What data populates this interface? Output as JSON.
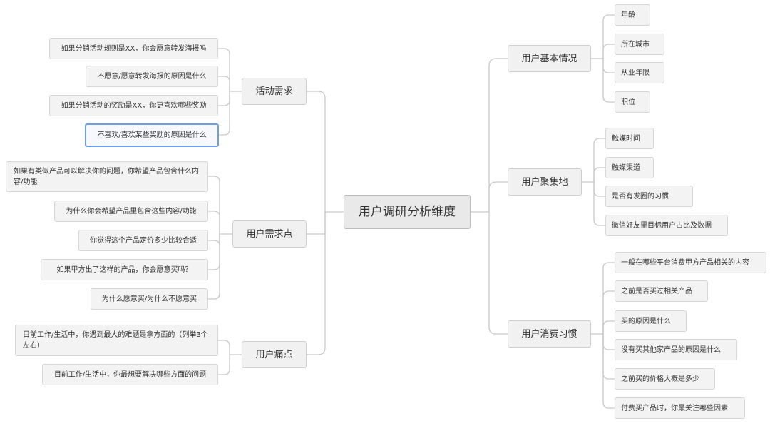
{
  "root": {
    "label": "用户调研分析维度"
  },
  "right": {
    "basic": {
      "label": "用户基本情况",
      "items": [
        "年龄",
        "所在城市",
        "从业年限",
        "职位"
      ]
    },
    "gather": {
      "label": "用户聚集地",
      "items": [
        "触媒时间",
        "触媒渠道",
        "是否有发圈的习惯",
        "微信好友里目标用户占比及数据"
      ]
    },
    "habit": {
      "label": "用户消费习惯",
      "items": [
        "一般在哪些平台消费甲方产品相关的内容",
        "之前是否买过相关产品",
        "买的原因是什么",
        "没有买其他家产品的原因是什么",
        "之前买的价格大概是多少",
        "付费买产品时，你最关注哪些因素"
      ]
    }
  },
  "left": {
    "activity": {
      "label": "活动需求",
      "items": [
        "如果分销活动规则是XX，你会愿意转发海报吗",
        "不愿意/愿意转发海报的原因是什么",
        "如果分销活动的奖励是XX，你更喜欢哪些奖励",
        "不喜欢/喜欢某些奖励的原因是什么"
      ]
    },
    "needs": {
      "label": "用户需求点",
      "items": [
        "如果有类似产品可以解决你的问题，你希望产品包含什么内容/功能",
        "为什么你会希望产品里包含这些内容/功能",
        "你觉得这个产品定价多少比较合适",
        "如果甲方出了这样的产品，你会愿意买吗？",
        "为什么愿意买/为什么不愿意买"
      ]
    },
    "pain": {
      "label": "用户痛点",
      "items": [
        "目前工作/生活中，你遇到最大的难题是拿方面的（列举3个左右）",
        "目前工作/生活中，你最想要解决哪些方面的问题"
      ]
    }
  }
}
